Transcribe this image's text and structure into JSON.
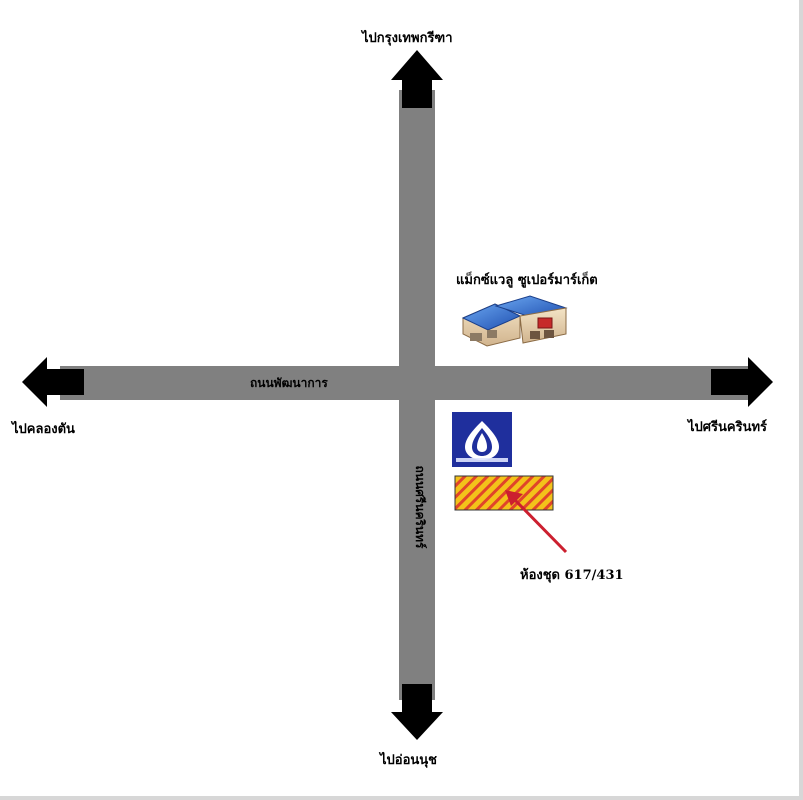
{
  "map": {
    "colors": {
      "background": "#ffffff",
      "road": "#808080",
      "arrow": "#000000",
      "bank": "#1f2f9d",
      "plot_fill": "#f3c21a",
      "plot_hatch": "#e0442a",
      "plot_stroke": "#333333",
      "pointer": "#cc1f2f",
      "text": "#000000"
    },
    "destinations": {
      "north": "ไปกรุงเทพกรีฑา",
      "south": "ไปอ่อนนุช",
      "west": "ไปคลองตัน",
      "east": "ไปศรีนครินทร์"
    },
    "roads": {
      "horizontal": "ถนนพัฒนาการ",
      "vertical": "ถนนศรีนครินทร์"
    },
    "landmarks": {
      "supermarket": "แม็กซ์แวลู ซูเปอร์มาร์เก็ต",
      "bank_icon": "bangkok-bank-icon",
      "unit": "ห้องชุด 617/431"
    }
  }
}
